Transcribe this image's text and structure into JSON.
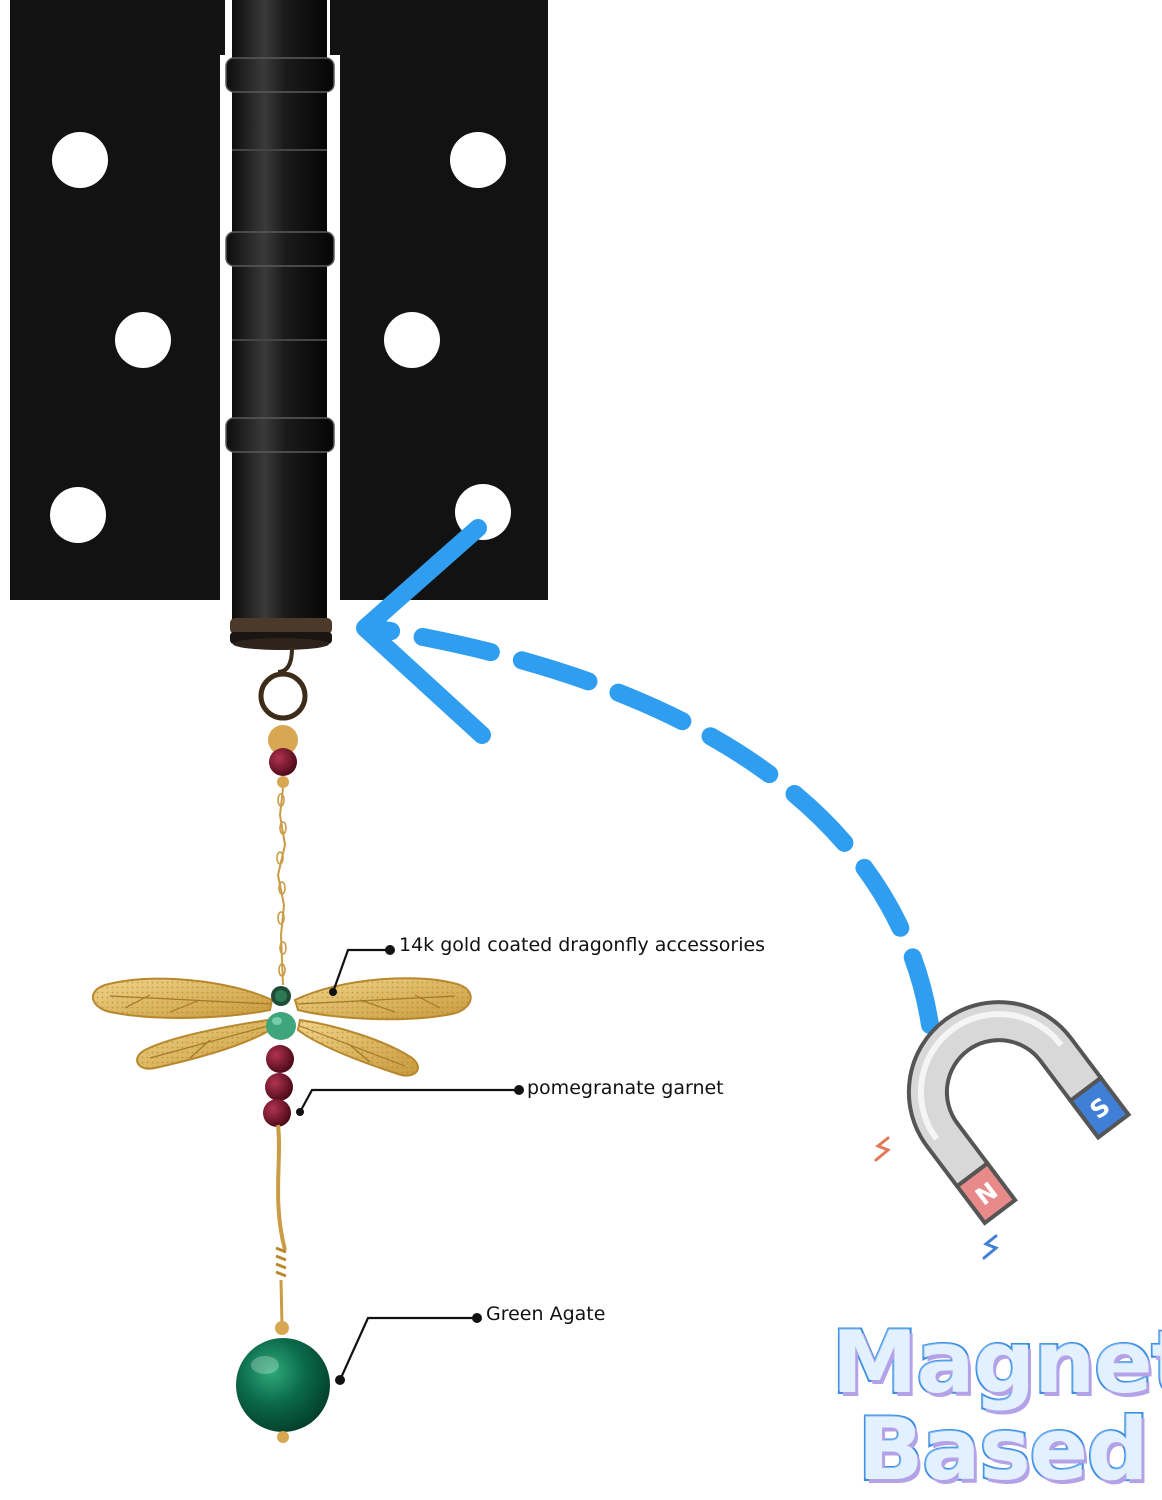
{
  "callouts": {
    "dragonfly": "14k gold coated dragonfly accessories",
    "garnet": "pomegranate garnet",
    "agate": "Green Agate"
  },
  "magnet": {
    "north_letter": "N",
    "south_letter": "S",
    "headline_line1": "Magnet",
    "headline_line2": "Based"
  },
  "colors": {
    "hinge": "#111111",
    "arrow": "#2f9ef0",
    "gold": "#d9b157",
    "garnet": "#6b1024",
    "agate": "#0b6a4b",
    "magnet_north": "#e88a8a",
    "magnet_south": "#3f7fd6"
  }
}
